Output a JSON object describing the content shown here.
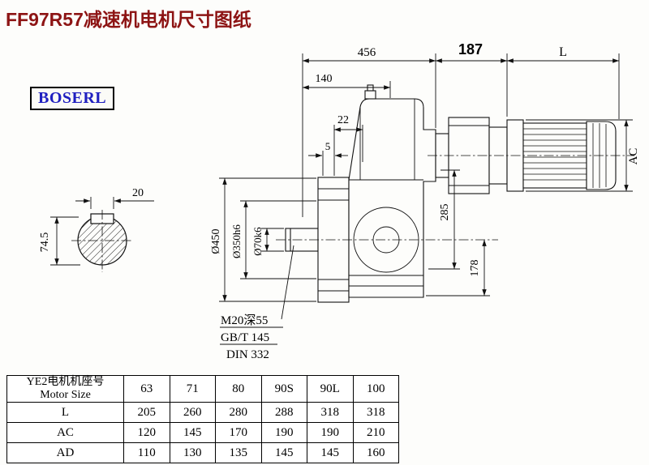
{
  "page": {
    "title": "FF97R57减速机电机尺寸图纸",
    "brand": "BOSERL"
  },
  "colors": {
    "title": "#8d1414",
    "brand": "#2020c0",
    "line": "#111111",
    "background": "#fdfdfb"
  },
  "dims": {
    "overall_456": "456",
    "adapter_187": "187",
    "motor_L": "L",
    "d140": "140",
    "d22": "22",
    "d5": "5",
    "d285": "285",
    "flange_dia": "Ø450",
    "spigot_dia": "Ø350h6",
    "shaft_dia": "Ø70k6",
    "d178": "178",
    "motor_ac": "AC",
    "key_width": "20",
    "key_height": "74.5",
    "tap": "M20深55",
    "std1": "GB/T 145",
    "std2": "DIN 332"
  },
  "table": {
    "header_cn": "YE2电机机座号",
    "header_en": "Motor Size",
    "columns": [
      "63",
      "71",
      "80",
      "90S",
      "90L",
      "100"
    ],
    "rows": [
      {
        "label": "L",
        "values": [
          "205",
          "260",
          "280",
          "288",
          "318",
          "318"
        ]
      },
      {
        "label": "AC",
        "values": [
          "120",
          "145",
          "170",
          "190",
          "190",
          "210"
        ]
      },
      {
        "label": "AD",
        "values": [
          "110",
          "130",
          "135",
          "145",
          "145",
          "160"
        ]
      }
    ]
  }
}
